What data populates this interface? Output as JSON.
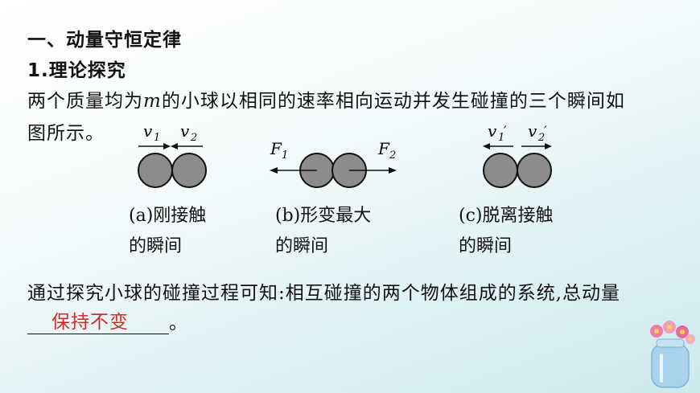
{
  "heading": "一、动量守恒定律",
  "subheading": "1.理论探究",
  "para1_before": "两个质量均为",
  "para1_var": "m",
  "para1_after": "的小球以相同的速率相向运动并发生碰撞的三个瞬间如",
  "para2": "图所示。",
  "diagrams": {
    "a": {
      "label1": "v",
      "sub1": "1",
      "label2": "v",
      "sub2": "2",
      "caption_line1": "(a)刚接触",
      "caption_line2": "的瞬间"
    },
    "b": {
      "label1": "F",
      "sub1": "1",
      "label2": "F",
      "sub2": "2",
      "caption_line1": "(b)形变最大",
      "caption_line2": "的瞬间"
    },
    "c": {
      "label1": "v",
      "sub1": "1",
      "prime1": "′",
      "label2": "v",
      "sub2": "2",
      "prime2": "′",
      "caption_line1": "(c)脱离接触",
      "caption_line2": "的瞬间"
    }
  },
  "para3": "通过探究小球的碰撞过程可知:相互碰撞的两个物体组成的系统,总动量",
  "answer": "保持不变",
  "after_blank": "。",
  "colors": {
    "ball_fill": "#8c8c8c",
    "ball_stroke": "#111111",
    "answer_red": "#d42a2a"
  }
}
